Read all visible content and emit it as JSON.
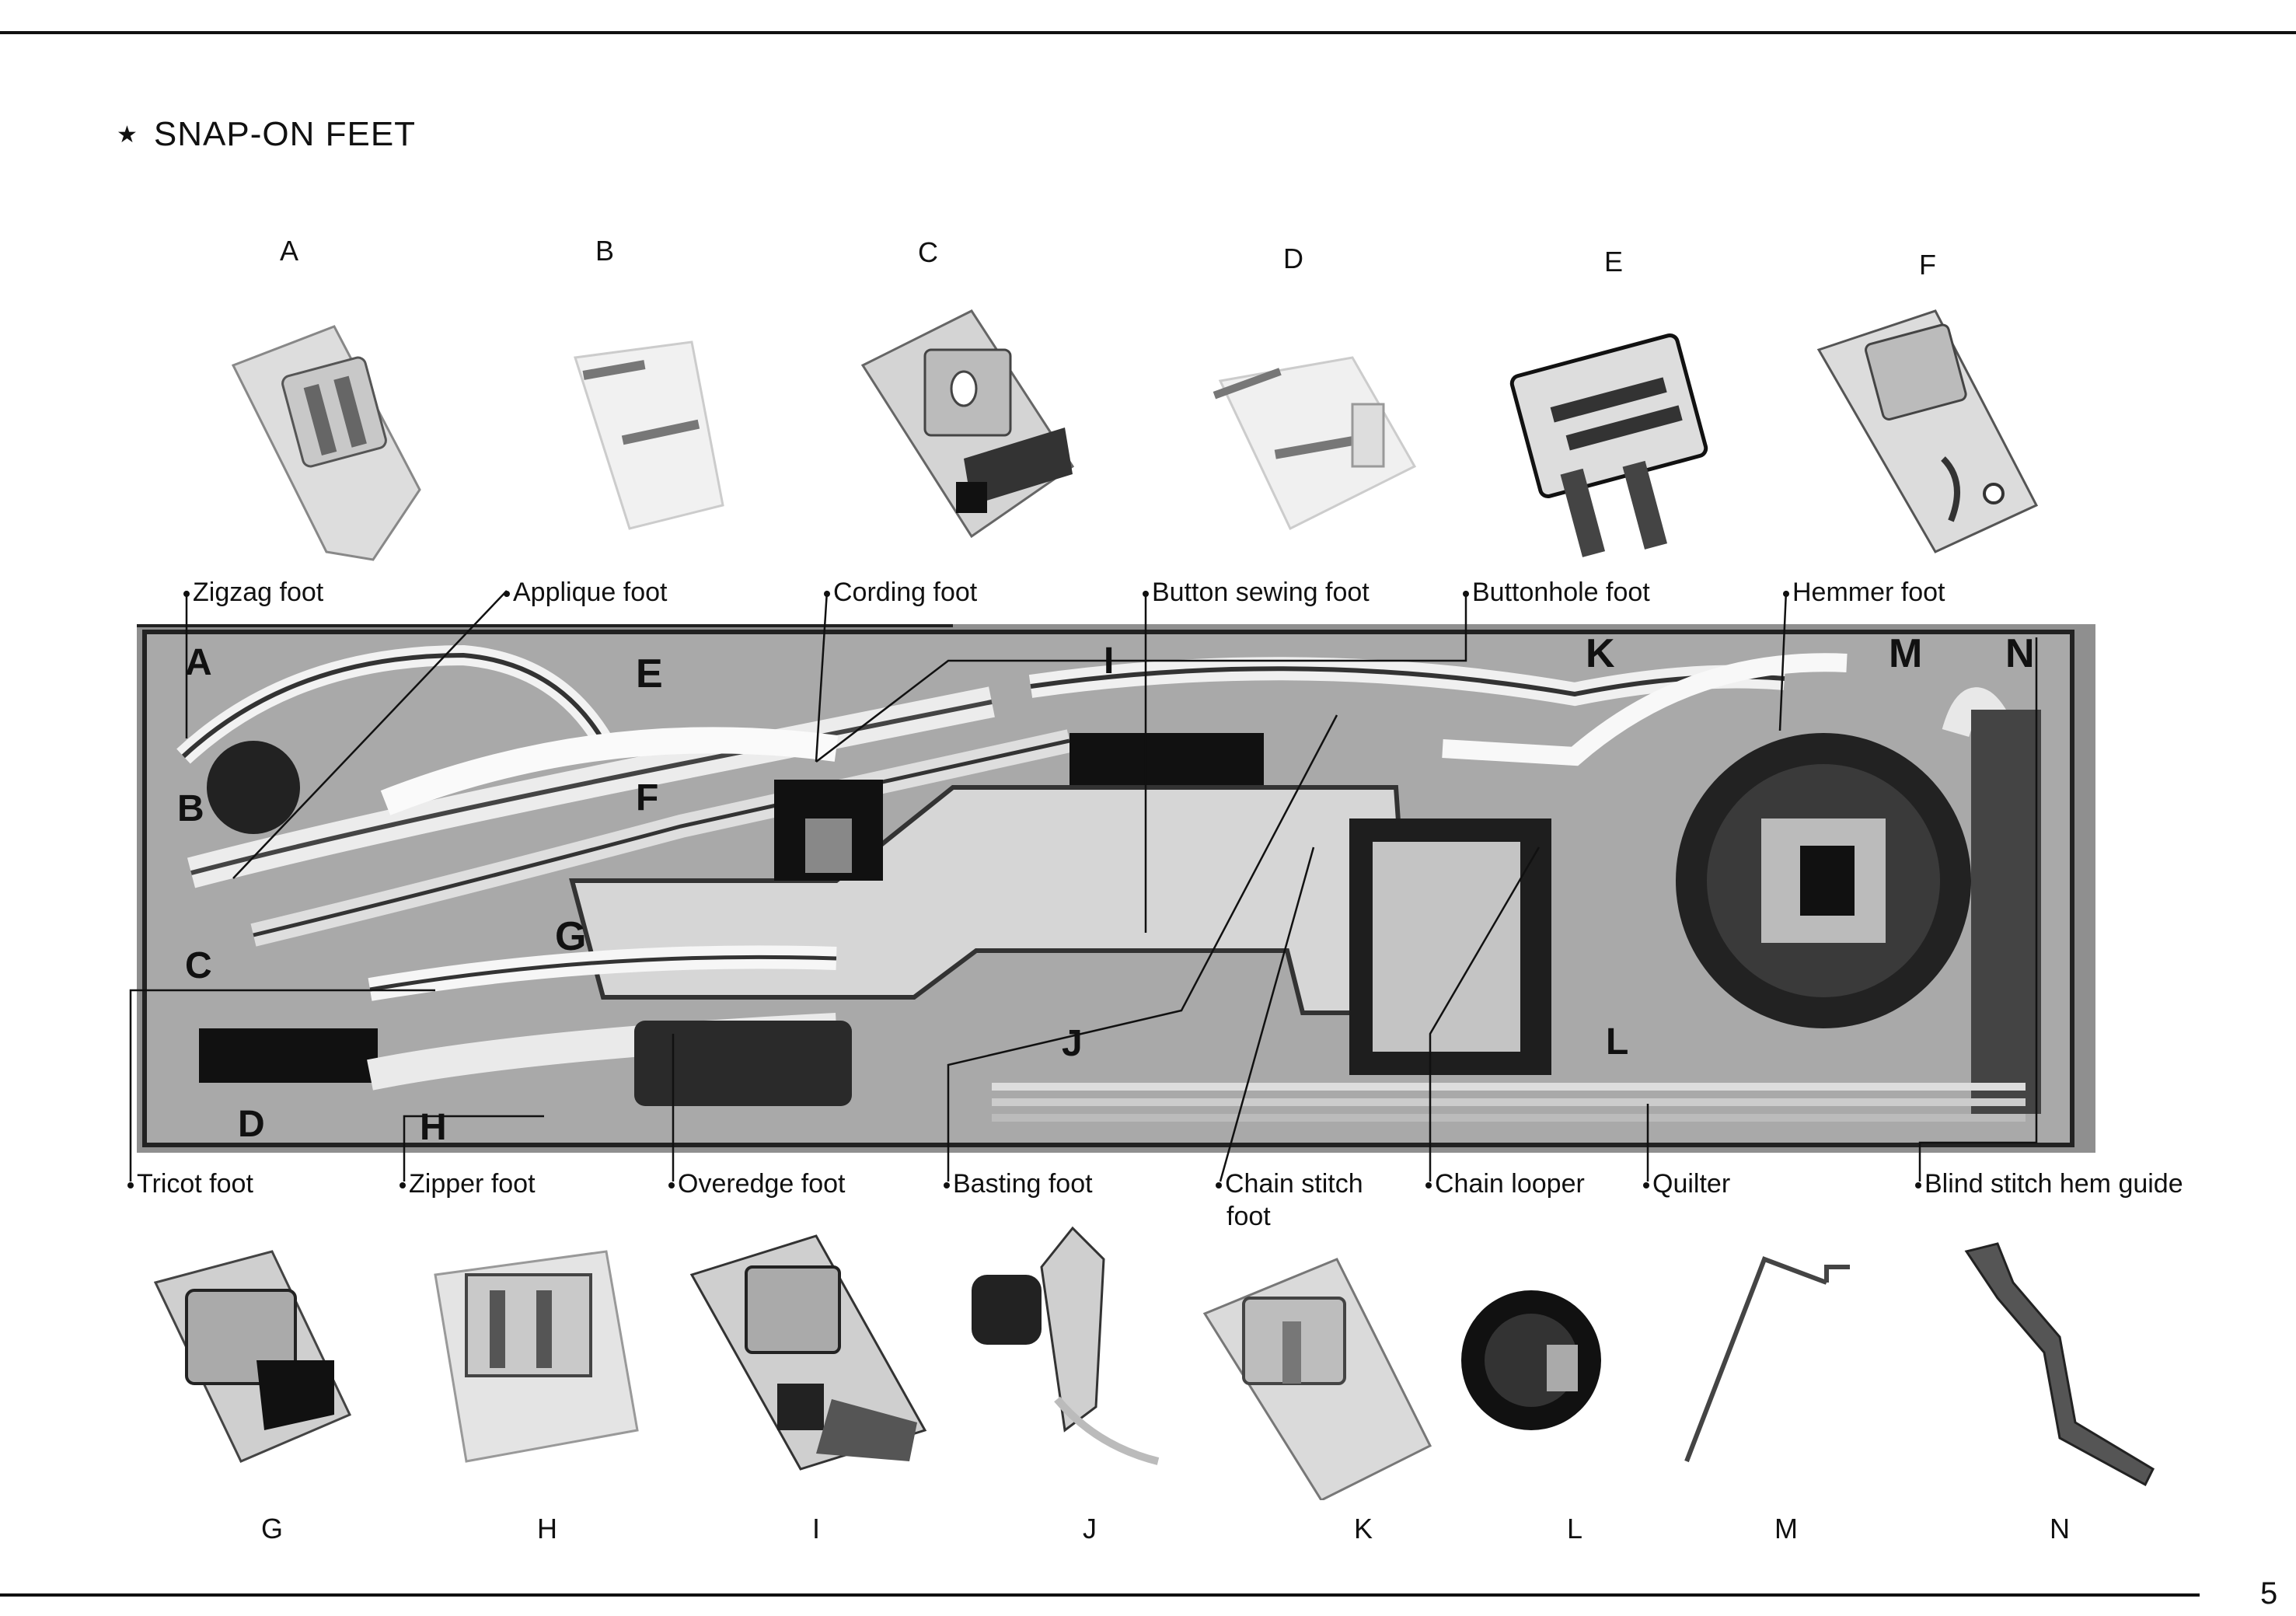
{
  "heading": {
    "star": "★",
    "title": "SNAP-ON FEET"
  },
  "top_letters": [
    "A",
    "B",
    "C",
    "D",
    "E",
    "F"
  ],
  "bottom_letters": [
    "G",
    "H",
    "I",
    "J",
    "K",
    "L",
    "M",
    "N"
  ],
  "top_labels": [
    "Zigzag foot",
    "Applique foot",
    "Cording foot",
    "Button sewing foot",
    "Buttonhole foot",
    "Hemmer foot"
  ],
  "bottom_labels": [
    "Tricot foot",
    "Zipper foot",
    "Overedge foot",
    "Basting foot",
    "Chain stitch foot",
    "Chain looper",
    "Quilter",
    "Blind stitch hem guide"
  ],
  "chain_stitch": {
    "line1": "Chain stitch",
    "line2": "foot"
  },
  "tray_letters": [
    "A",
    "B",
    "C",
    "D",
    "E",
    "F",
    "G",
    "H",
    "I",
    "J",
    "K",
    "L",
    "M",
    "N"
  ],
  "page_number": "5"
}
